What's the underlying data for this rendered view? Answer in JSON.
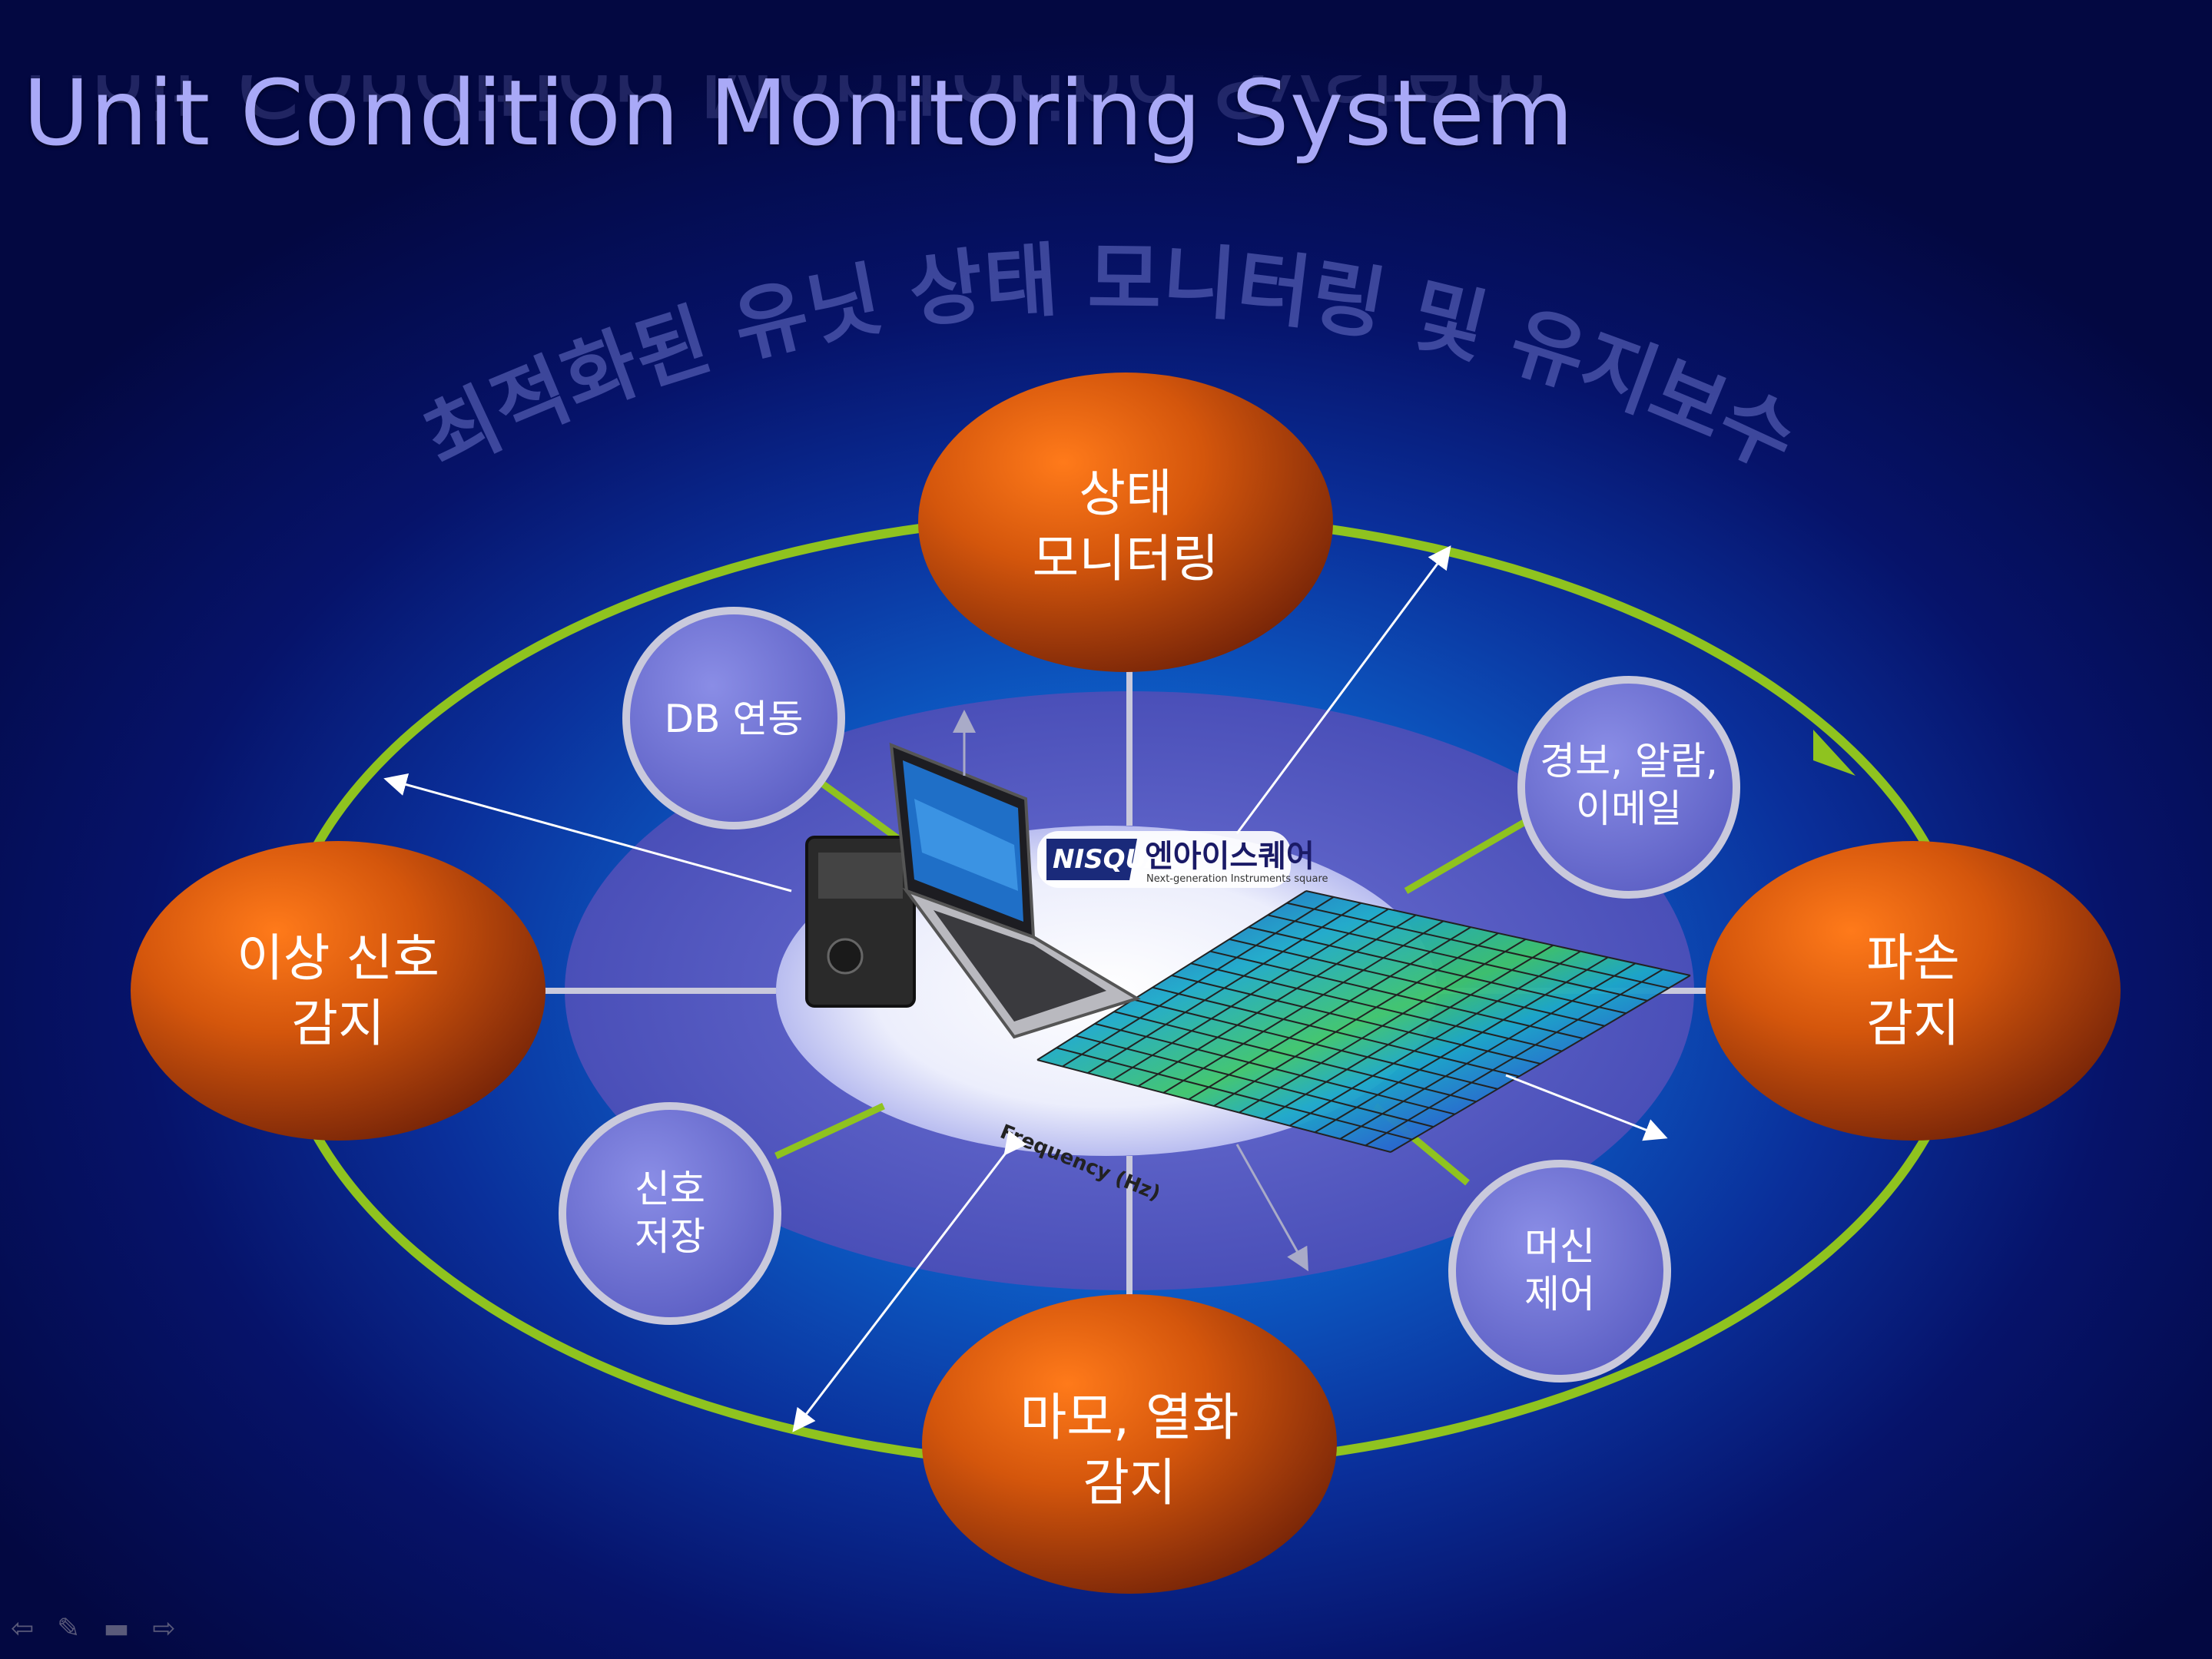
{
  "title": "Unit Condition Monitoring System",
  "arc_slogan": "최적화된 유닛 상태 모니터링 및 유지보수",
  "nodes": {
    "top": [
      "상태",
      "모니터링"
    ],
    "left": [
      "이상 신호",
      "감지"
    ],
    "right": [
      "파손",
      "감지"
    ],
    "bottom": [
      "마모, 열화",
      "감지"
    ]
  },
  "features": {
    "db": "DB 연동",
    "alarm": [
      "경보, 알람,",
      "이메일"
    ],
    "storage": [
      "신호",
      "저장"
    ],
    "machine": [
      "머신",
      "제어"
    ]
  },
  "logo": {
    "brand_en": "NISQUARE",
    "brand_ko": "엔아이스퀘어",
    "tagline": "Next-generation Instruments square"
  },
  "spectrum": {
    "axis_label": "Frequency (Hz)"
  },
  "nav_icons": [
    "left-arrow-icon",
    "pen-icon",
    "menu-icon",
    "right-arrow-icon"
  ],
  "colors": {
    "ring": "#8fc31f",
    "node_orange": "#e05a0a",
    "feature_circle": "#7c7fdc"
  }
}
